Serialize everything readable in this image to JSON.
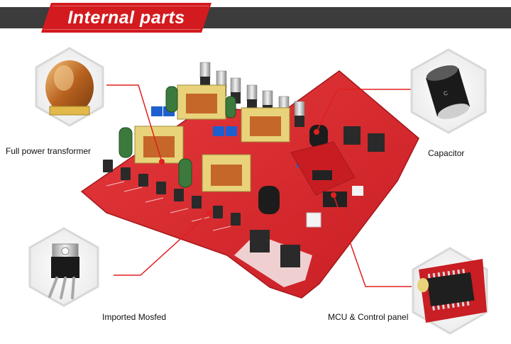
{
  "header": {
    "title": "Internal parts"
  },
  "labels": {
    "transformer": "Full power transformer",
    "capacitor": "Capacitor",
    "mosfet": "Imported Mosfed",
    "mcu": "MCU & Control panel"
  },
  "colors": {
    "accent": "#d31a1e",
    "header_band": "#3c3c3c",
    "board": "#d8262c",
    "leader_line": "#e0201f"
  },
  "icons": {
    "transformer_photo": "transformer-coil-icon",
    "capacitor_photo": "electrolytic-capacitor-icon",
    "mosfet_photo": "to220-mosfet-icon",
    "mcu_photo": "ic-chip-icon"
  }
}
